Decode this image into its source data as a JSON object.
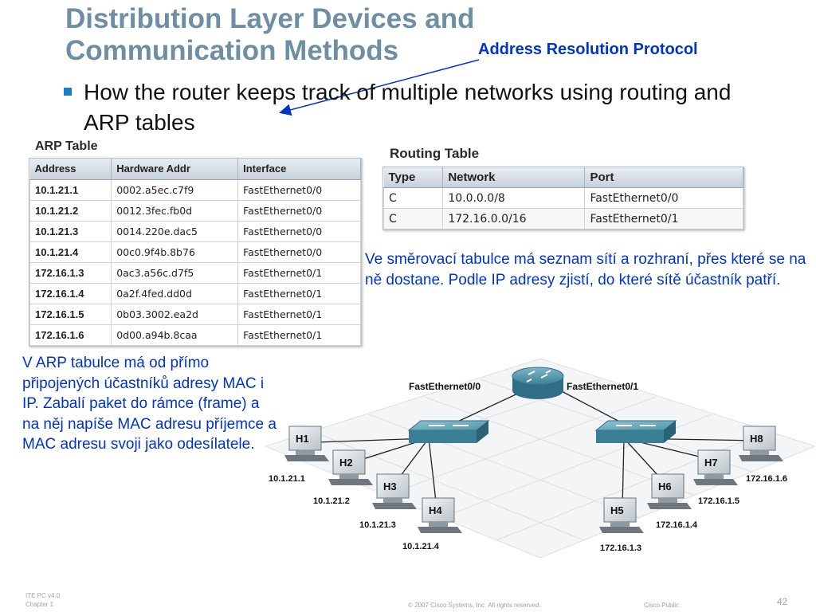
{
  "title": {
    "line1": "Distribution Layer Devices and",
    "line2": "Communication Methods"
  },
  "callout": "Address Resolution Protocol",
  "bullet": "How the router keeps track of multiple networks using routing and ARP tables",
  "arp_table": {
    "title": "ARP Table",
    "headers": [
      "Address",
      "Hardware Addr",
      "Interface"
    ],
    "rows": [
      [
        "10.1.21.1",
        "0002.a5ec.c7f9",
        "FastEthernet0/0"
      ],
      [
        "10.1.21.2",
        "0012.3fec.fb0d",
        "FastEthernet0/0"
      ],
      [
        "10.1.21.3",
        "0014.220e.dac5",
        "FastEthernet0/0"
      ],
      [
        "10.1.21.4",
        "00c0.9f4b.8b76",
        "FastEthernet0/0"
      ],
      [
        "172.16.1.3",
        "0ac3.a56c.d7f5",
        "FastEthernet0/1"
      ],
      [
        "172.16.1.4",
        "0a2f.4fed.dd0d",
        "FastEthernet0/1"
      ],
      [
        "172.16.1.5",
        "0b03.3002.ea2d",
        "FastEthernet0/1"
      ],
      [
        "172.16.1.6",
        "0d00.a94b.8caa",
        "FastEthernet0/1"
      ]
    ]
  },
  "routing_table": {
    "title": "Routing Table",
    "headers": [
      "Type",
      "Network",
      "Port"
    ],
    "rows": [
      [
        "C",
        "10.0.0.0/8",
        "FastEthernet0/0"
      ],
      [
        "C",
        "172.16.0.0/16",
        "FastEthernet0/1"
      ]
    ]
  },
  "note_routing": "Ve směrovací tabulce má seznam sítí a rozhraní, přes které se na ně dostane. Podle IP adresy zjistí, do které sítě účastník patří.",
  "note_arp": "V ARP tabulce má od přímo připojených účastníků adresy MAC i IP. Zabalí paket do rámce (frame) a na něj napíše MAC adresu příjemce a MAC adresu svoji jako odesílatele.",
  "diagram": {
    "router_port_left": "FastEthernet0/0",
    "router_port_right": "FastEthernet0/1",
    "hosts": [
      {
        "name": "H1",
        "ip": "10.1.21.1"
      },
      {
        "name": "H2",
        "ip": "10.1.21.2"
      },
      {
        "name": "H3",
        "ip": "10.1.21.3"
      },
      {
        "name": "H4",
        "ip": "10.1.21.4"
      },
      {
        "name": "H5",
        "ip": "172.16.1.3"
      },
      {
        "name": "H6",
        "ip": "172.16.1.4"
      },
      {
        "name": "H7",
        "ip": "172.16.1.5"
      },
      {
        "name": "H8",
        "ip": "172.16.1.6"
      }
    ]
  },
  "footer": {
    "course": "ITE PC v4.0",
    "chapter": "Chapter 1",
    "copyright": "© 2007 Cisco Systems, Inc. All rights reserved.",
    "classification": "Cisco Public",
    "page": "42"
  },
  "colors": {
    "title": "#6e8ea3",
    "callout": "#0033cc",
    "bullet": "#1a7fc4"
  }
}
